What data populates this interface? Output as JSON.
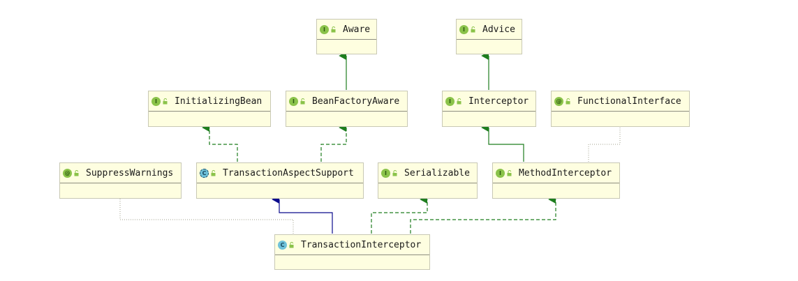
{
  "nodes": {
    "aware": {
      "name": "Aware",
      "kind": "interface",
      "badge": "I"
    },
    "advice": {
      "name": "Advice",
      "kind": "interface",
      "badge": "I"
    },
    "initializing_bean": {
      "name": "InitializingBean",
      "kind": "interface",
      "badge": "I"
    },
    "bean_factory_aware": {
      "name": "BeanFactoryAware",
      "kind": "interface",
      "badge": "I"
    },
    "interceptor": {
      "name": "Interceptor",
      "kind": "interface",
      "badge": "I"
    },
    "functional_interface": {
      "name": "FunctionalInterface",
      "kind": "annotation",
      "badge": "@"
    },
    "suppress_warnings": {
      "name": "SuppressWarnings",
      "kind": "annotation",
      "badge": "@"
    },
    "transaction_aspect_support": {
      "name": "TransactionAspectSupport",
      "kind": "abstract-class",
      "badge": "C"
    },
    "serializable": {
      "name": "Serializable",
      "kind": "interface",
      "badge": "I"
    },
    "method_interceptor": {
      "name": "MethodInterceptor",
      "kind": "interface",
      "badge": "I"
    },
    "transaction_interceptor": {
      "name": "TransactionInterceptor",
      "kind": "class",
      "badge": "C"
    }
  },
  "colors": {
    "implements": "#1e7d1e",
    "extends": "#0a0a8c",
    "annotated": "#a0a08c",
    "node_fill": "#fefee0",
    "node_border": "#c8c8b4"
  }
}
